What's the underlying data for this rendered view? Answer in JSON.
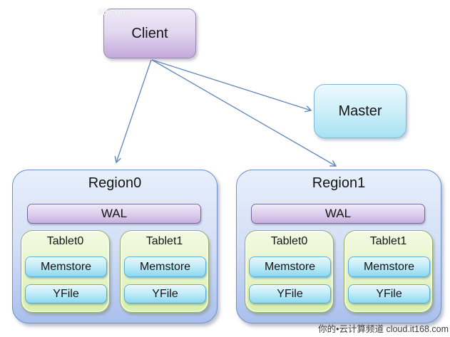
{
  "diagram": {
    "title_hint": "distributed storage architecture diagram",
    "nodes": {
      "client": {
        "label": "Client"
      },
      "master": {
        "label": "Master"
      }
    },
    "regions": [
      {
        "label": "Region0",
        "wal_label": "WAL",
        "tablets": [
          {
            "label": "Tablet0",
            "memstore_label": "Memstore",
            "yfile_label": "YFile"
          },
          {
            "label": "Tablet1",
            "memstore_label": "Memstore",
            "yfile_label": "YFile"
          }
        ]
      },
      {
        "label": "Region1",
        "wal_label": "WAL",
        "tablets": [
          {
            "label": "Tablet0",
            "memstore_label": "Memstore",
            "yfile_label": "YFile"
          },
          {
            "label": "Tablet1",
            "memstore_label": "Memstore",
            "yfile_label": "YFile"
          }
        ]
      }
    ],
    "arrows": [
      {
        "from": "client",
        "to": "region0"
      },
      {
        "from": "client",
        "to": "master"
      },
      {
        "from": "client",
        "to": "region1"
      }
    ]
  },
  "watermarks": {
    "top_left": "68.com",
    "bottom_right": "你的•云计算频道 cloud.it168.com"
  },
  "colors": {
    "client_fill_top": "#F0EAF8",
    "client_fill_bottom": "#C3A9DC",
    "master_fill_top": "#EBFAFE",
    "master_fill_bottom": "#A6E2F4",
    "region_fill_top": "#E7EFFB",
    "region_fill_bottom": "#A9BFEC",
    "region_border": "#7191C8",
    "wal_fill_bottom": "#C7B0DF",
    "tablet_fill_bottom": "#D8EFAB",
    "store_fill_bottom": "#8BD8F1",
    "arrow": "#5E86BC",
    "text": "#141414"
  }
}
